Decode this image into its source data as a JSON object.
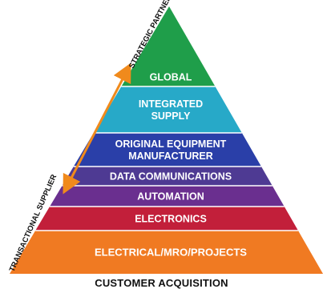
{
  "pyramid": {
    "tiers": [
      {
        "label_lines": [
          "GLOBAL"
        ],
        "color": "#1f9e4a"
      },
      {
        "label_lines": [
          "INTEGRATED",
          "SUPPLY"
        ],
        "color": "#27a9c8"
      },
      {
        "label_lines": [
          "ORIGINAL EQUIPMENT",
          "MANUFACTURER"
        ],
        "color": "#2a3fa8"
      },
      {
        "label_lines": [
          "DATA COMMUNICATIONS"
        ],
        "color": "#4e3a93"
      },
      {
        "label_lines": [
          "AUTOMATION"
        ],
        "color": "#6a2f8f"
      },
      {
        "label_lines": [
          "ELECTRONICS"
        ],
        "color": "#c21f3a"
      },
      {
        "label_lines": [
          "ELECTRICAL/MRO/PROJECTS"
        ],
        "color": "#f07a22"
      }
    ]
  },
  "arrow": {
    "top_label": "STRATEGIC PARTNER",
    "bottom_label": "TRANSACTIONAL SUPPLIER",
    "color": "#f08a1c"
  },
  "caption": "CUSTOMER ACQUISITION"
}
